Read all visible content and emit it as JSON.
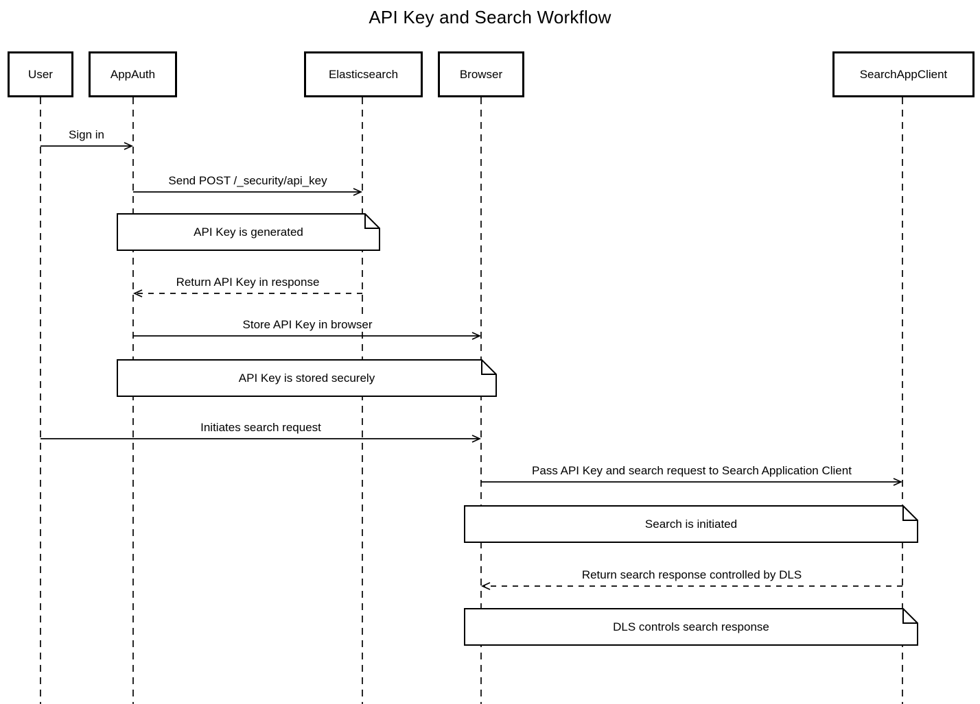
{
  "title": "API Key and Search Workflow",
  "participants": [
    {
      "label": "User"
    },
    {
      "label": "AppAuth"
    },
    {
      "label": "Elasticsearch"
    },
    {
      "label": "Browser"
    },
    {
      "label": "SearchAppClient"
    }
  ],
  "messages": [
    {
      "label": "Sign in",
      "from": "User",
      "to": "AppAuth",
      "style": "solid"
    },
    {
      "label": "Send POST /_security/api_key",
      "from": "AppAuth",
      "to": "Elasticsearch",
      "style": "solid"
    },
    {
      "label": "Return API Key in response",
      "from": "Elasticsearch",
      "to": "AppAuth",
      "style": "dashed"
    },
    {
      "label": "Store API Key in browser",
      "from": "AppAuth",
      "to": "Browser",
      "style": "solid"
    },
    {
      "label": "Initiates search request",
      "from": "User",
      "to": "Browser",
      "style": "solid"
    },
    {
      "label": "Pass API Key and search request to Search Application Client",
      "from": "Browser",
      "to": "SearchAppClient",
      "style": "solid"
    },
    {
      "label": "Return search response controlled by DLS",
      "from": "SearchAppClient",
      "to": "Browser",
      "style": "dashed"
    }
  ],
  "notes": [
    {
      "label": "API Key is generated",
      "over": "AppAuth, Elasticsearch"
    },
    {
      "label": "API Key is stored securely",
      "over": "AppAuth, Browser"
    },
    {
      "label": "Search is initiated",
      "over": "Browser, SearchAppClient"
    },
    {
      "label": "DLS controls search response",
      "over": "Browser, SearchAppClient"
    }
  ],
  "colors": {
    "stroke": "#000000",
    "background": "#ffffff"
  }
}
